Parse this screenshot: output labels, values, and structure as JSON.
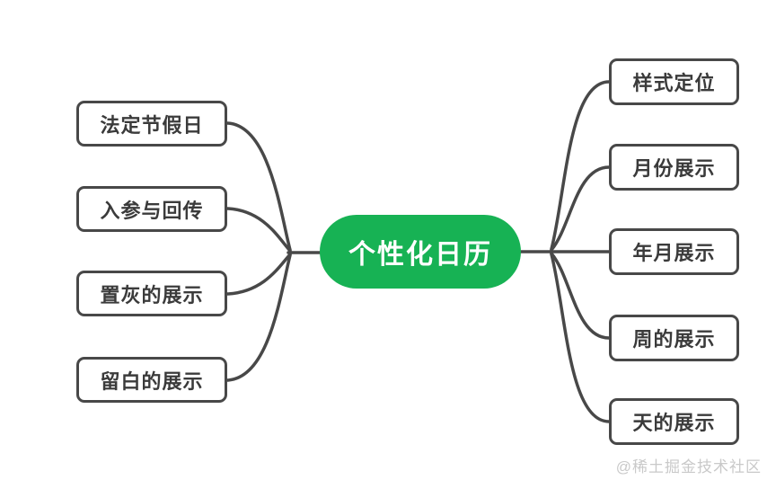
{
  "center": {
    "label": "个性化日历",
    "fill_color": "#17b254",
    "text_color": "#ffffff"
  },
  "branches": {
    "left": [
      {
        "label": "法定节假日"
      },
      {
        "label": "入参与回传"
      },
      {
        "label": "置灰的展示"
      },
      {
        "label": "留白的展示"
      }
    ],
    "right": [
      {
        "label": "样式定位"
      },
      {
        "label": "月份展示"
      },
      {
        "label": "年月展示"
      },
      {
        "label": "周的展示"
      },
      {
        "label": "天的展示"
      }
    ]
  },
  "watermark": "@稀土掘金技术社区",
  "colors": {
    "line": "#484848",
    "node_border": "#484848",
    "node_text": "#3b3b3b",
    "watermark": "#c9c9c9",
    "background": "#ffffff"
  }
}
